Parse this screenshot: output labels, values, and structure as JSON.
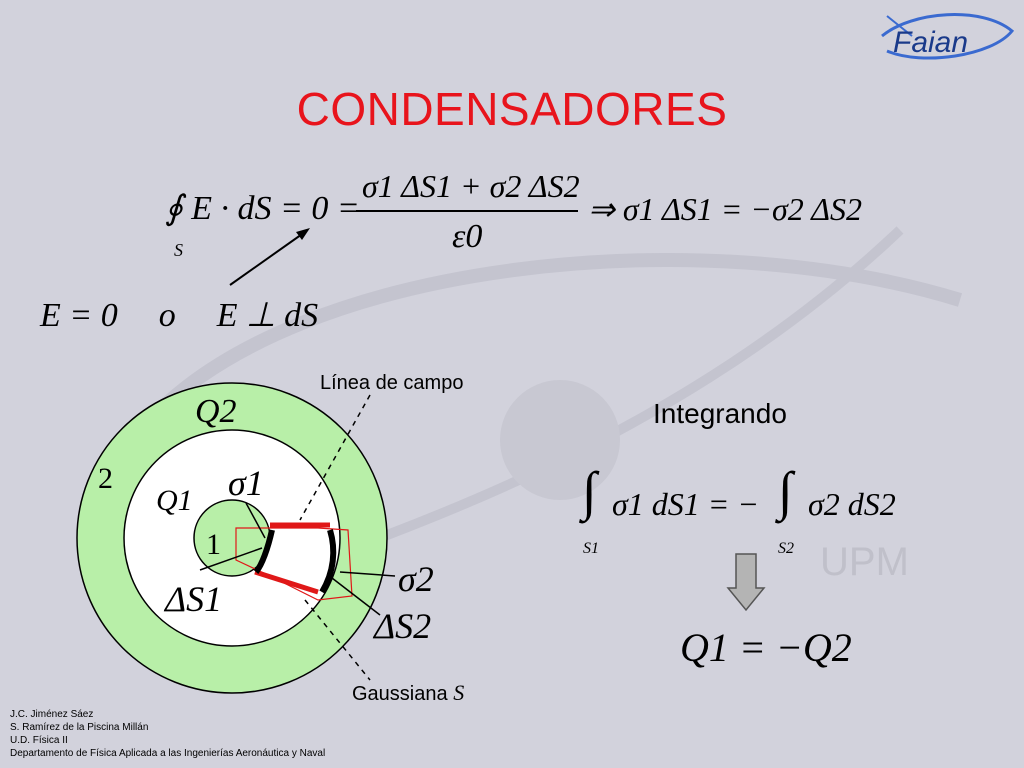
{
  "logo": {
    "text": "Faian"
  },
  "watermark": {
    "text": "UPM"
  },
  "title": "CONDENSADORES",
  "equation1": {
    "lhs": "∮ E · dS = 0 =",
    "subscript": "S",
    "numerator": "σ1 ΔS1 + σ2 ΔS2",
    "denominator": "ε0",
    "result": "⇒ σ1 ΔS1 = −σ2 ΔS2"
  },
  "equation2": {
    "part1": "E = 0",
    "or": "o",
    "part2": "E ⊥ dS"
  },
  "labels": {
    "linea_campo": "Línea de campo",
    "gaussiana": "Gaussiana",
    "gaussiana_symbol": "S",
    "integrando": "Integrando"
  },
  "diagram": {
    "Q2": "Q2",
    "Q1": "Q1",
    "region2": "2",
    "region1": "1",
    "sigma1": "σ1",
    "sigma2": "σ2",
    "dS1": "ΔS1",
    "dS2": "ΔS2"
  },
  "equation3": {
    "lhs": "σ1 dS1 = −",
    "rhs": "σ2 dS2",
    "sub1": "S1",
    "sub2": "S2"
  },
  "equation4": "Q1 = −Q2",
  "credits": [
    "J.C. Jiménez Sáez",
    "S. Ramírez de la Piscina Millán",
    "U.D. Física II",
    "Departamento de Física Aplicada a las Ingenierías Aeronáutica y Naval"
  ]
}
